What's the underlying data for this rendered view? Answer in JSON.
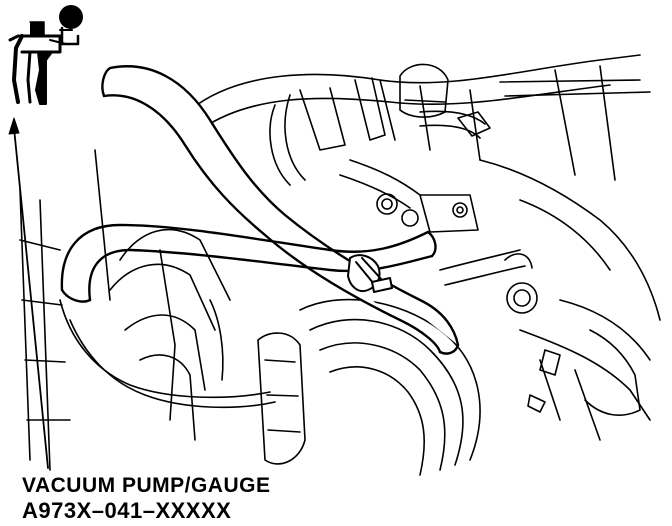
{
  "figure": {
    "callout": {
      "tool_name": "VACUUM PUMP/GAUGE",
      "part_number": "A973X–041–XXXXX"
    },
    "colors": {
      "ink": "#000000",
      "paper": "#ffffff"
    },
    "icons": [
      "vacuum-gauge-icon",
      "hose-clamp-icon",
      "callout-arrow"
    ]
  }
}
